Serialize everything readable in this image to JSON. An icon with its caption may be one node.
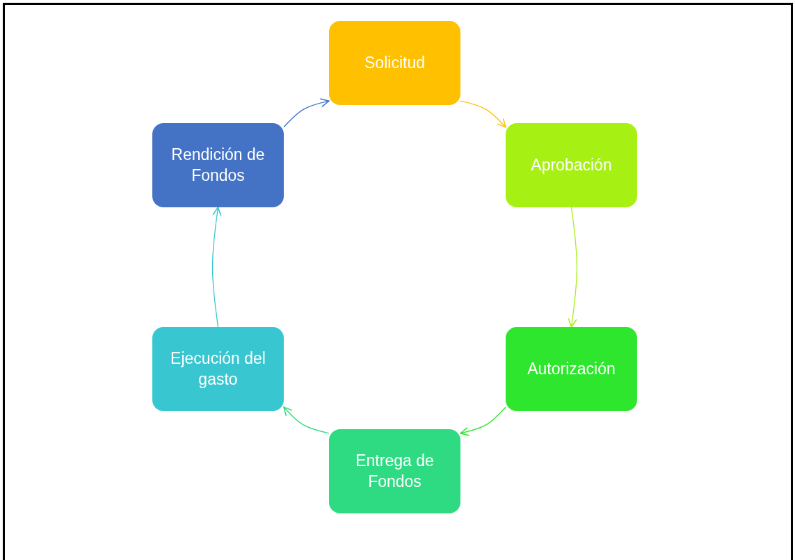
{
  "diagram": {
    "nodes": [
      {
        "text": [
          "Solicitud"
        ]
      },
      {
        "text": [
          "Aprobación"
        ]
      },
      {
        "text": [
          "Autorización"
        ]
      },
      {
        "text": [
          "Entrega de Fondos"
        ]
      },
      {
        "text": [
          "Ejecución del gasto"
        ]
      },
      {
        "text": [
          "Rendición de Fondos"
        ]
      }
    ],
    "edges": [
      {
        "from": 0,
        "to": 1,
        "arrow": "to",
        "color": "#ffc000"
      },
      {
        "from": 1,
        "to": 2,
        "arrow": "to",
        "color": "#a6f014"
      },
      {
        "from": 2,
        "to": 3,
        "arrow": "to",
        "color": "#2ee62e"
      },
      {
        "from": 3,
        "to": 4,
        "arrow": "to",
        "color": "#2edb82"
      },
      {
        "from": 4,
        "to": 5,
        "arrow": "to",
        "color": "#38c6d0"
      },
      {
        "from": 5,
        "to": 0,
        "arrow": "to",
        "color": "#4472c4"
      }
    ]
  }
}
